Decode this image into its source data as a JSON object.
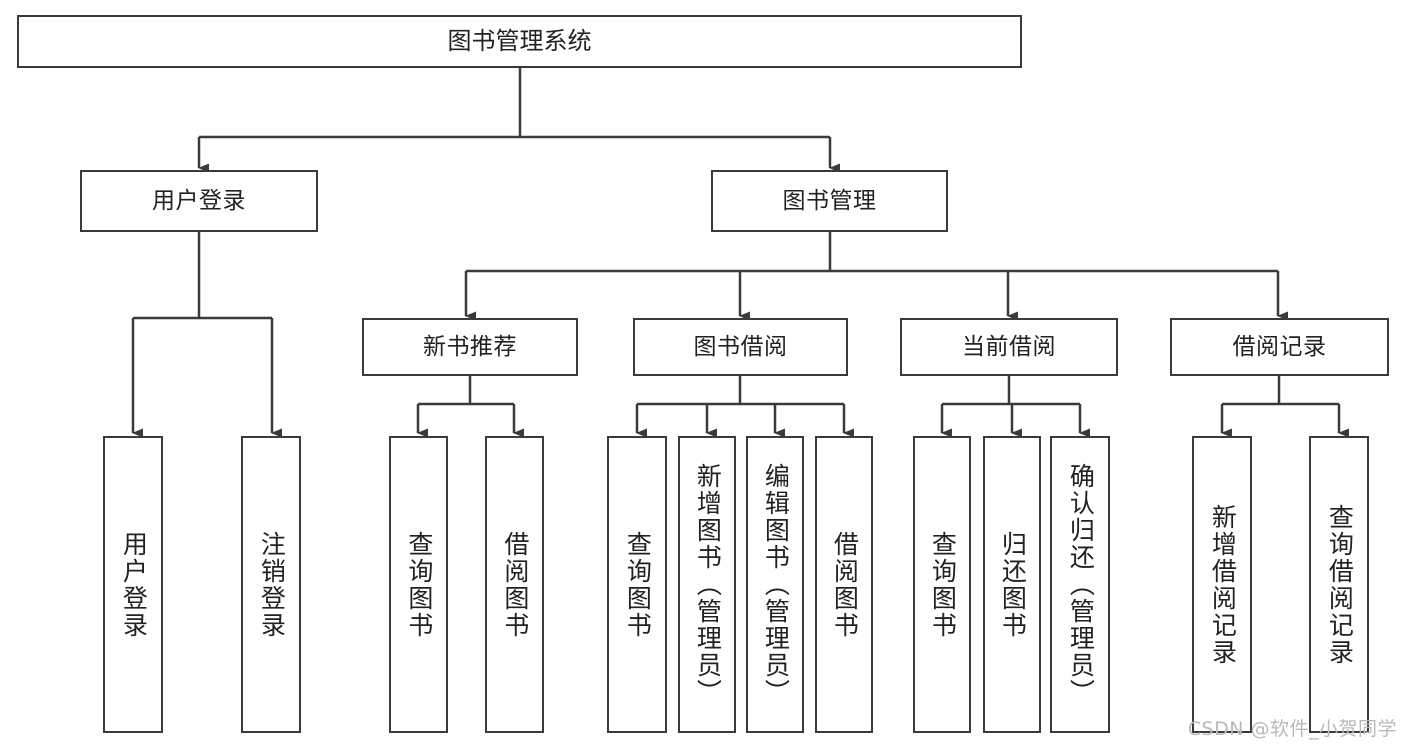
{
  "diagram": {
    "title": "图书管理系统",
    "type": "tree",
    "root": {
      "label": "图书管理系统"
    },
    "level2": [
      {
        "label": "用户登录"
      },
      {
        "label": "图书管理"
      }
    ],
    "level3": [
      {
        "label": "新书推荐"
      },
      {
        "label": "图书借阅"
      },
      {
        "label": "当前借阅"
      },
      {
        "label": "借阅记录"
      }
    ],
    "leaves": {
      "user_login": [
        {
          "label": "用户登录"
        },
        {
          "label": "注销登录"
        }
      ],
      "new_book_recommend": [
        {
          "label": "查询图书"
        },
        {
          "label": "借阅图书"
        }
      ],
      "book_borrow": [
        {
          "label": "查询图书"
        },
        {
          "label": "新增图书（管理员）"
        },
        {
          "label": "编辑图书（管理员）"
        },
        {
          "label": "借阅图书"
        }
      ],
      "current_borrow": [
        {
          "label": "查询图书"
        },
        {
          "label": "归还图书"
        },
        {
          "label": "确认归还（管理员）"
        }
      ],
      "borrow_record": [
        {
          "label": "新增借阅记录"
        },
        {
          "label": "查询借阅记录"
        }
      ]
    }
  },
  "watermark": {
    "text": "CSDN @软件_小贺同学"
  },
  "colors": {
    "stroke": "#3a3a3a",
    "text": "#222222",
    "background": "#ffffff",
    "watermark": "#b9b9b9"
  }
}
